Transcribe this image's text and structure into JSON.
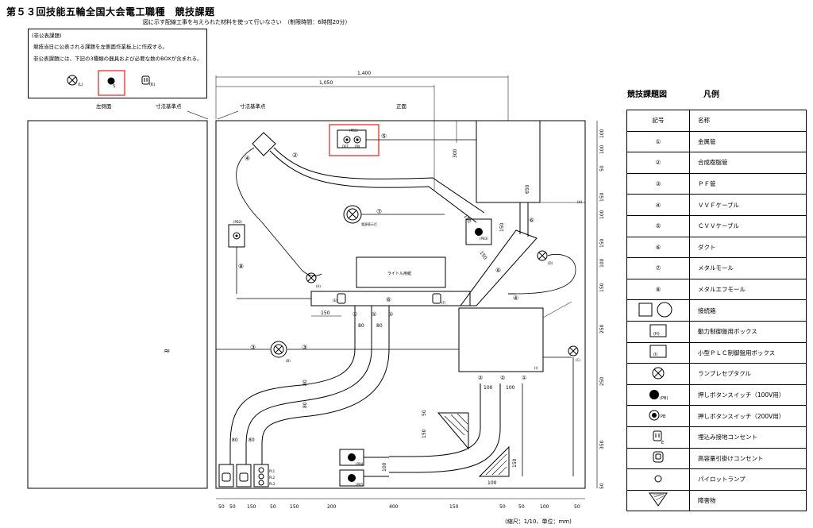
{
  "title": "第５３回技能五輪全国大会電工職種　競技課題",
  "subtitle": "図に示す配線工事を与えられた材料を使って行いなさい　（制限時間：6時間20分）",
  "notice": {
    "heading": "(非公表課題)",
    "line1": "競技当日に公表される課題を左側面作業板上に作成する。",
    "line2": "非公表課題には、下記の3種類の器具および必要な数のBOXが含まれる。",
    "icon_labels": [
      "(L)",
      "S",
      "(K)"
    ]
  },
  "views": {
    "left": "左側面",
    "front": "正面",
    "origin_left": "寸法基準点",
    "origin_right": "寸法基準点"
  },
  "top_dims": [
    "1,400",
    "1,050"
  ],
  "right_dims": [
    "100",
    "100",
    "50",
    "150",
    "100",
    "150",
    "100",
    "150",
    "250",
    "250",
    "350",
    "50"
  ],
  "bottom_dims": [
    "50",
    "50",
    "150",
    "50",
    "150",
    "200",
    "400",
    "150",
    "50",
    "50",
    "100",
    "50"
  ],
  "inner_dims": [
    "300",
    "650",
    "150",
    "150",
    "150",
    "80",
    "80",
    "80",
    "80",
    "80",
    "80",
    "100",
    "100",
    "50",
    "150",
    "100",
    "150",
    "150"
  ],
  "circled": [
    "①",
    "②",
    "③",
    "④",
    "⑤",
    "⑥",
    "⑦",
    "⑧"
  ],
  "labels": {
    "title_board": "ライトル用紙",
    "lamp_note": "電源表示灯",
    "pb1": "(PB1)",
    "pb2": "(PB2)",
    "pb3": "(PB3)",
    "pb4": "(PB4)",
    "pb5": "(PB5)",
    "pl": [
      "PL1",
      "PL2",
      "PL3"
    ],
    "a": "(A)",
    "b": "(B)",
    "c": "(C)",
    "d": "(D)",
    "e": "(E)",
    "f": "(F)",
    "h": "(H)",
    "i": "(I)",
    "off": "OFF",
    "on": "ON"
  },
  "scale_note": "(縮尺：1/10、単位：mm)",
  "legend": {
    "heading": "競技課題図",
    "heading2": "凡例",
    "col_symbol": "記号",
    "col_name": "名称",
    "rows": [
      {
        "symbol": "①",
        "name": "金属管"
      },
      {
        "symbol": "②",
        "name": "合成樹脂管"
      },
      {
        "symbol": "③",
        "name": "ＰＦ管"
      },
      {
        "symbol": "④",
        "name": "ＶＶＦケーブル"
      },
      {
        "symbol": "⑤",
        "name": "ＣＶＶケーブル"
      },
      {
        "symbol": "⑥",
        "name": "ダクト"
      },
      {
        "symbol": "⑦",
        "name": "メタルモール"
      },
      {
        "symbol": "⑧",
        "name": "メタルエフモール"
      },
      {
        "symbol": "box-icons",
        "name": "接続箱"
      },
      {
        "symbol": "(H)",
        "name": "動力制御盤用ボックス"
      },
      {
        "symbol": "(I)",
        "name": "小型ＰＬＣ制御盤用ボックス"
      },
      {
        "symbol": "lamp-icon",
        "name": "ランプレセプタクル"
      },
      {
        "symbol": "(PB)",
        "name": "押しボタンスイッチ（100V用）"
      },
      {
        "symbol": "PB",
        "name": "押しボタンスイッチ（200V用）"
      },
      {
        "symbol": "E",
        "name": "埋込み接地コンセント"
      },
      {
        "symbol": "outlet-icon",
        "name": "高容量引掛けコンセント"
      },
      {
        "symbol": "pilot-icon",
        "name": "パイロットランプ"
      },
      {
        "symbol": "obstacle-icon",
        "name": "障害物"
      }
    ]
  }
}
